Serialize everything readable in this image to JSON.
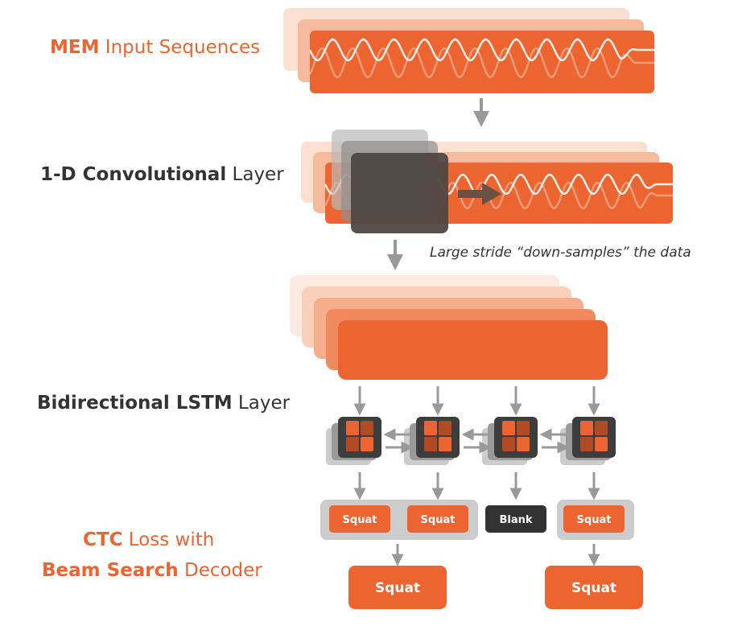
{
  "labels": {
    "mem": {
      "bold": "MEM",
      "rest": " Input Sequences"
    },
    "conv": {
      "bold": "1-D Convolutional",
      "rest": " Layer"
    },
    "lstm": {
      "bold": "Bidirectional LSTM",
      "rest": " Layer"
    },
    "ctc_line1": {
      "bold": "CTC",
      "rest": " Loss with"
    },
    "ctc_line2": {
      "bold": "Beam Search",
      "rest": " Decoder"
    }
  },
  "stride_note": "Large stride “down-samples” the data",
  "ctc_outputs": [
    "Squat",
    "Squat",
    "Blank",
    "Squat"
  ],
  "decoded_outputs": [
    "Squat",
    "Squat"
  ],
  "colors": {
    "orange": "#ec6530",
    "dark": "#333333",
    "gray": "#999999",
    "light_gray": "#cccccc"
  }
}
